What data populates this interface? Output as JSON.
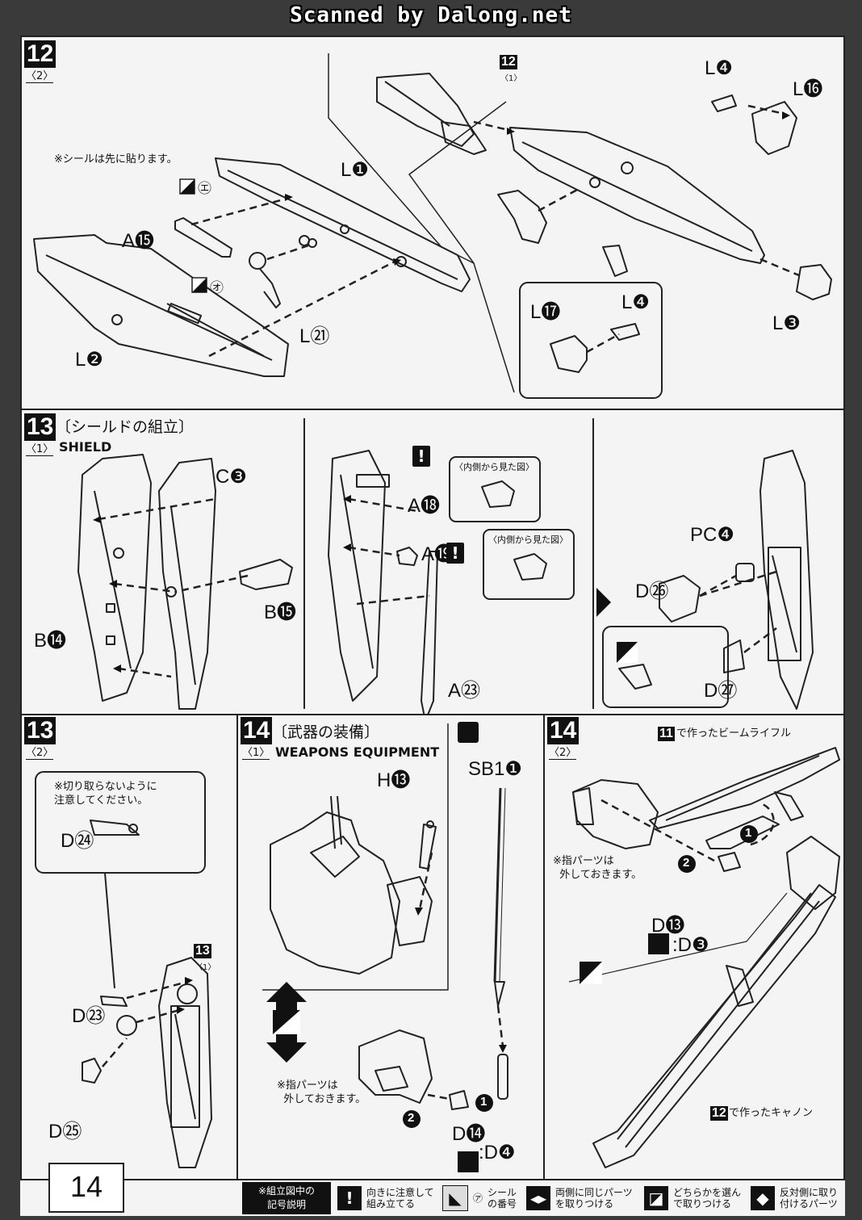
{
  "watermark": "Scanned by Dalong.net",
  "page_number": "14",
  "step12_2": {
    "num": "12",
    "sub": "〈2〉",
    "ref_num": "12",
    "ref_sub": "〈1〉",
    "sticker_note": "※シールは先に貼ります。",
    "labels": {
      "l1": "L❶",
      "l2": "L❷",
      "l3": "L❸",
      "l4a": "L❹",
      "l4b": "L❹",
      "l16": "L⓰",
      "l17": "L⓱",
      "l21": "L㉑",
      "a15": "A⓯"
    },
    "sticker_e": "㋓",
    "sticker_o": "㋔"
  },
  "step13_1": {
    "num": "13",
    "sub": "〈1〉",
    "title_jp": "〔シールドの組立〕",
    "title_en": "SHIELD",
    "labels": {
      "c3": "C❸",
      "b15": "B⓯",
      "b14": "B⓮",
      "a18": "A⓲",
      "a19": "A⓳",
      "a23": "A㉓",
      "pc4": "PC❹",
      "d26": "D㉖",
      "d27": "D㉗"
    },
    "inner_view_1": "〈内側から見た図〉",
    "inner_view_2": "〈内側から見た図〉"
  },
  "step13_2": {
    "num": "13",
    "sub": "〈2〉",
    "ref_num": "13",
    "ref_sub": "〈1〉",
    "note": "※切り取らないように\n注意してください。",
    "labels": {
      "d24": "D㉔",
      "d23": "D㉓",
      "d25": "D㉕"
    }
  },
  "step14_1": {
    "num": "14",
    "sub": "〈1〉",
    "title_jp": "〔武器の装備〕",
    "title_en": "WEAPONS EQUIPMENT",
    "note": "※指パーツは\n  外しておきます。",
    "labels": {
      "h13": "H⓭",
      "sb1": "SB1❶",
      "d14": "D⓮",
      "d4": ":D❹"
    },
    "arrow_1": "1",
    "arrow_2": "2"
  },
  "step14_2": {
    "num": "14",
    "sub": "〈2〉",
    "ref_rifle_num": "11",
    "ref_rifle_text": "で作ったビームライフル",
    "ref_cannon_num": "12",
    "ref_cannon_text": "で作ったキャノン",
    "note": "※指パーツは\n  外しておきます。",
    "labels": {
      "d13": "D⓭",
      "d3": ":D❸"
    },
    "arrow_1": "1",
    "arrow_2": "2"
  },
  "legend": {
    "title": "※組立図中の\n記号説明",
    "items": [
      {
        "icon": "exclamation-icon",
        "text": "向きに注意して\n組み立てる"
      },
      {
        "icon": "sticker-icon",
        "text": "シール\nの番号",
        "mark": "㋐"
      },
      {
        "icon": "both-sides-icon",
        "text": "両側に同じパーツ\nを取りつける"
      },
      {
        "icon": "choose-icon",
        "text": "どちらかを選ん\nで取りつける"
      },
      {
        "icon": "opposite-side-icon",
        "text": "反対側に取り\n付けるパーツ"
      }
    ]
  }
}
